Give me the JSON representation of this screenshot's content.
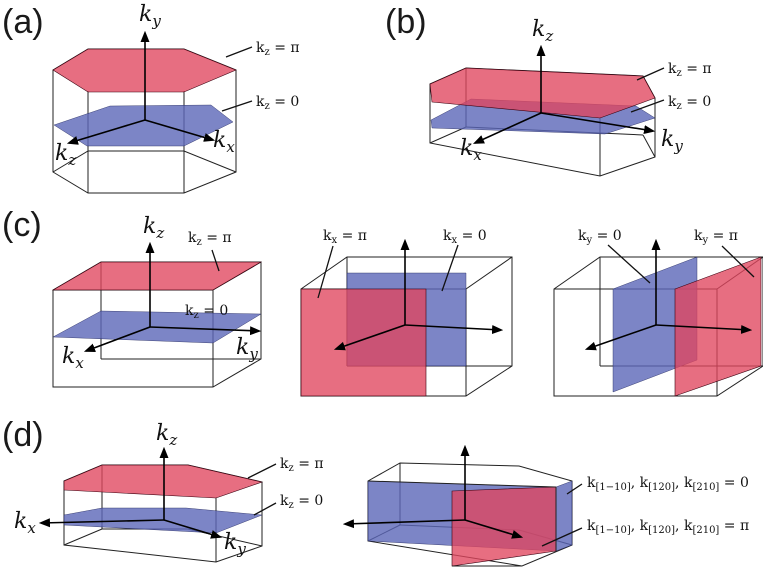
{
  "panels": {
    "a": {
      "label": "(a)",
      "axes": {
        "y": "y",
        "z": "z",
        "x": "x"
      },
      "planes": {
        "top": "π",
        "mid": "0"
      }
    },
    "b": {
      "label": "(b)",
      "axes": {
        "z": "z",
        "y": "y",
        "x": "x"
      },
      "planes": {
        "top": "π",
        "mid": "0"
      }
    },
    "c": {
      "label": "(c)",
      "left": {
        "axes": {
          "z": "z",
          "x": "x",
          "y": "y"
        },
        "planes": {
          "top": "π",
          "mid": "0"
        }
      },
      "middle": {
        "planes": {
          "pi": "π",
          "zero": "0"
        }
      },
      "right": {
        "planes": {
          "zero": "0",
          "pi": "π"
        }
      }
    },
    "d": {
      "label": "(d)",
      "left": {
        "axes": {
          "z": "z",
          "x": "x",
          "y": "y"
        },
        "planes": {
          "top": "π",
          "mid": "0"
        }
      },
      "right": {
        "idx1": "[1−10]",
        "idx2": "[120]",
        "idx3": "[210]",
        "value_zero": "0",
        "value_pi": "π"
      }
    }
  },
  "colors": {
    "red_plane": "#e0455e",
    "blue_plane": "#5b66b8"
  }
}
